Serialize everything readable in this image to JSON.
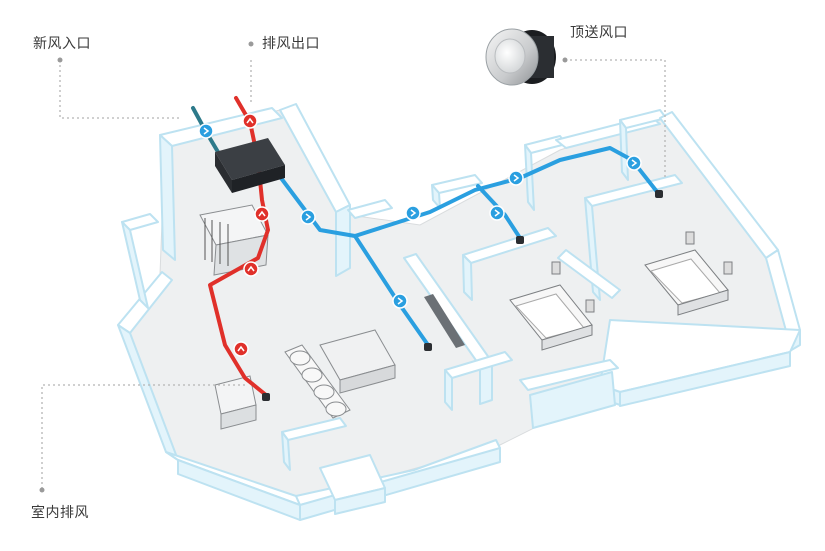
{
  "labels": {
    "fresh_air_inlet": "新风入口",
    "exhaust_outlet": "排风出口",
    "ceiling_supply_vent": "顶送风口",
    "indoor_exhaust": "室内排风"
  },
  "colors": {
    "supply_duct": "#2a9fe0",
    "exhaust_duct": "#e0302a",
    "fresh_inlet_duct": "#2d7a8a",
    "wall_top": "#ffffff",
    "wall_side": "#e3f4fb",
    "wall_outline": "#bde2f1",
    "floor": "#eef0f1",
    "callout_line": "#b5b5b5",
    "text": "#3a3a3a"
  },
  "icons": {
    "supply_arrow": "blue-arrow-badge-icon",
    "exhaust_arrow": "red-arrow-badge-icon",
    "ventilation_unit": "ventilation-unit-icon",
    "supply_vent": "ceiling-vent-icon"
  }
}
